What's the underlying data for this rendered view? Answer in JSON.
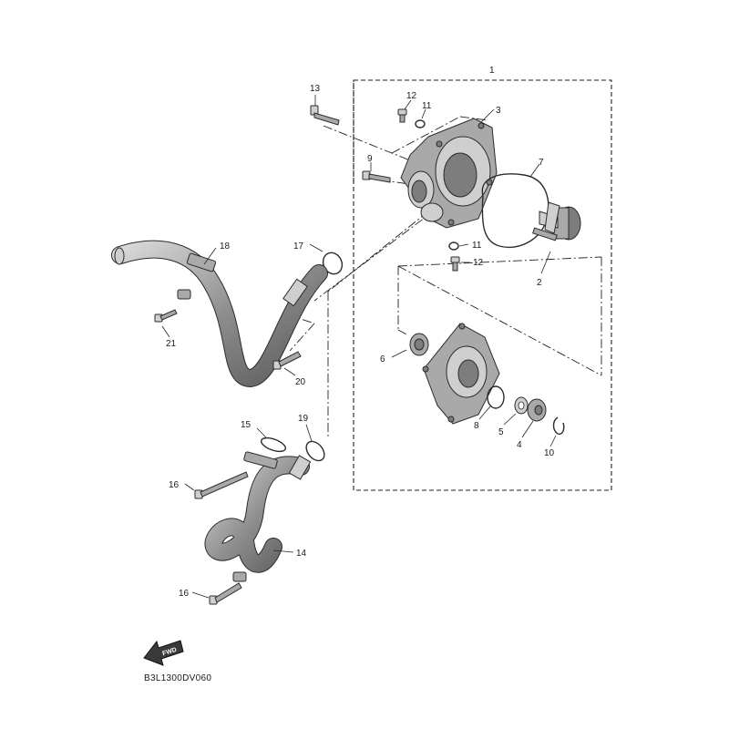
{
  "diagram": {
    "code": "B3L1300DV060",
    "fwd_label": "FWD",
    "callouts": [
      {
        "id": "1",
        "text": "1"
      },
      {
        "id": "2",
        "text": "2"
      },
      {
        "id": "3",
        "text": "3"
      },
      {
        "id": "4",
        "text": "4"
      },
      {
        "id": "5",
        "text": "5"
      },
      {
        "id": "6",
        "text": "6"
      },
      {
        "id": "7",
        "text": "7"
      },
      {
        "id": "8",
        "text": "8"
      },
      {
        "id": "9",
        "text": "9"
      },
      {
        "id": "10",
        "text": "10"
      },
      {
        "id": "11a",
        "text": "11"
      },
      {
        "id": "11b",
        "text": "11"
      },
      {
        "id": "12a",
        "text": "12"
      },
      {
        "id": "12b",
        "text": "12"
      },
      {
        "id": "13",
        "text": "13"
      },
      {
        "id": "14",
        "text": "14"
      },
      {
        "id": "15",
        "text": "15"
      },
      {
        "id": "16a",
        "text": "16"
      },
      {
        "id": "16b",
        "text": "16"
      },
      {
        "id": "17",
        "text": "17"
      },
      {
        "id": "18",
        "text": "18"
      },
      {
        "id": "19",
        "text": "19"
      },
      {
        "id": "20",
        "text": "20"
      },
      {
        "id": "21",
        "text": "21"
      }
    ]
  }
}
